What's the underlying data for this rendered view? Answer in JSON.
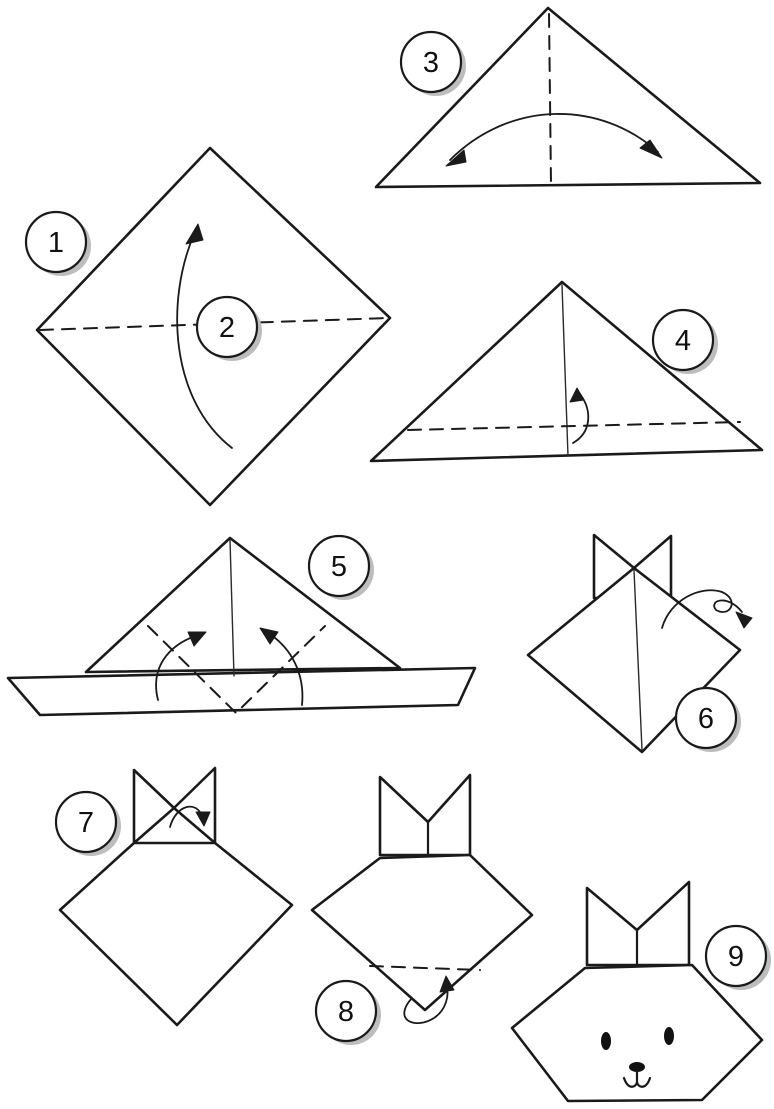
{
  "steps": [
    {
      "number": "1"
    },
    {
      "number": "2"
    },
    {
      "number": "3"
    },
    {
      "number": "4"
    },
    {
      "number": "5"
    },
    {
      "number": "6"
    },
    {
      "number": "7"
    },
    {
      "number": "8"
    },
    {
      "number": "9"
    }
  ],
  "colors": {
    "line": "#1a1a1a",
    "paper": "#ffffff",
    "badge_shadow": "#bdbdbd"
  }
}
